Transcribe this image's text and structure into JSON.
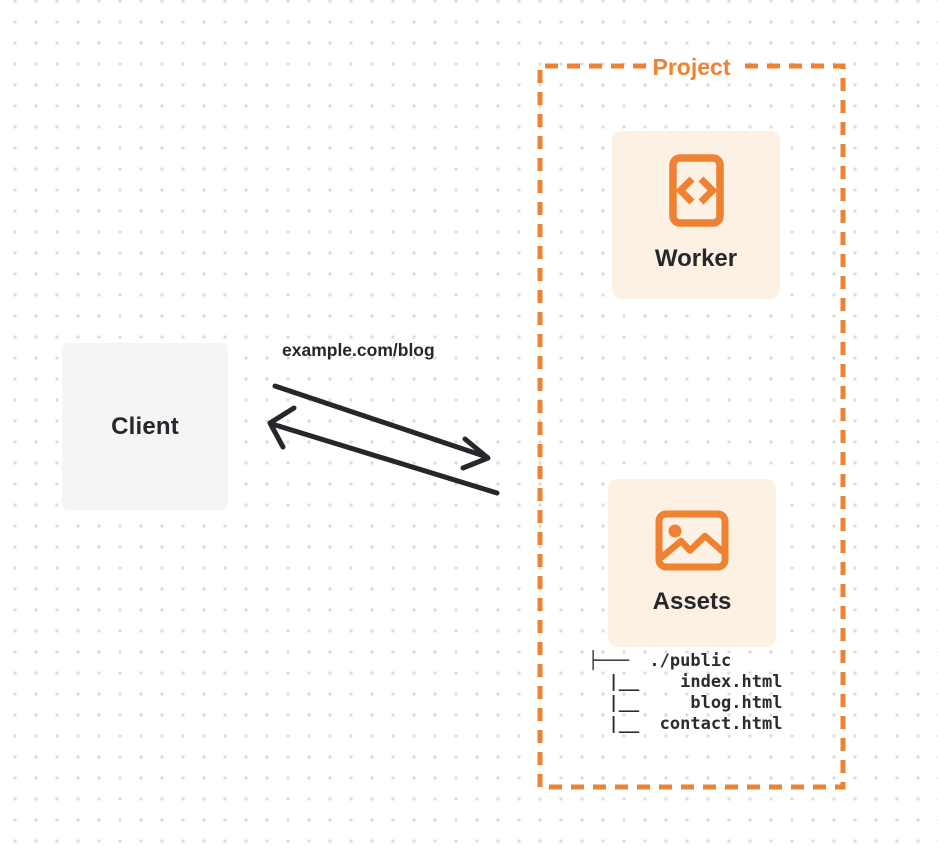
{
  "diagram": {
    "client": {
      "label": "Client"
    },
    "request_label": "example.com/blog",
    "project": {
      "title": "Project",
      "worker_card": {
        "label": "Worker",
        "icon": "code-file-icon"
      },
      "assets_card": {
        "label": "Assets",
        "icon": "image-icon"
      },
      "file_tree": {
        "lines": [
          "├───  ./public",
          "  |__    index.html",
          "  |__     blog.html",
          "  |__  contact.html"
        ]
      }
    },
    "colors": {
      "accent_orange": "#ef8232",
      "card_background": "#fcf1e3",
      "client_background": "#f5f5f6",
      "text_dark": "#26272c",
      "dot_grid": "#dcdcdc",
      "arrow": "#26272c"
    }
  }
}
